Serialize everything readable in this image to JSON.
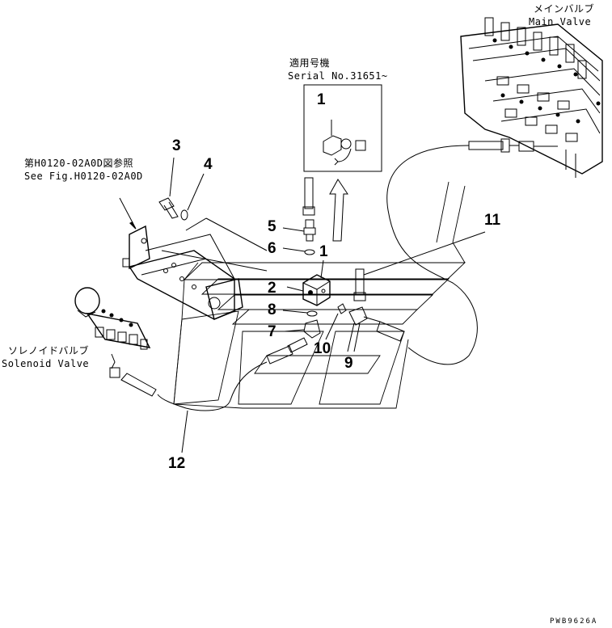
{
  "callouts": [
    {
      "id": "c1-inset",
      "text": "1"
    },
    {
      "id": "c3",
      "text": "3"
    },
    {
      "id": "c4",
      "text": "4"
    },
    {
      "id": "c5",
      "text": "5"
    },
    {
      "id": "c6",
      "text": "6"
    },
    {
      "id": "c1",
      "text": "1"
    },
    {
      "id": "c11",
      "text": "11"
    },
    {
      "id": "c2",
      "text": "2"
    },
    {
      "id": "c8",
      "text": "8"
    },
    {
      "id": "c7",
      "text": "7"
    },
    {
      "id": "c10",
      "text": "10"
    },
    {
      "id": "c9",
      "text": "9"
    },
    {
      "id": "c12",
      "text": "12"
    }
  ],
  "notes": {
    "main_valve_jp": "メインバルブ",
    "main_valve_en": "Main Valve",
    "serial_jp": "適用号機",
    "serial_en": "Serial No.31651~",
    "fig_ref_jp": "第H0120-02A0D図参照",
    "fig_ref_en": "See Fig.H0120-02A0D",
    "solenoid_jp": "ソレノイドバルブ",
    "solenoid_en": "Solenoid Valve"
  },
  "drawing_code": "PWB9626A"
}
